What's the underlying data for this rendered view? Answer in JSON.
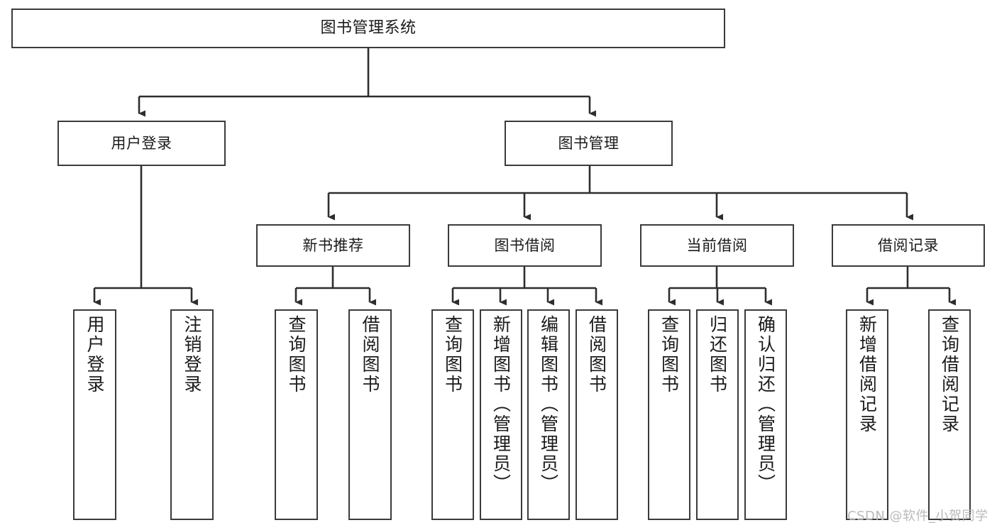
{
  "diagram": {
    "title": "图书管理系统",
    "type": "hierarchy-tree",
    "colors": {
      "box_border": "#3b3b3b",
      "box_fill": "#ffffff",
      "connector": "#2e2e2e",
      "text": "#1b1b1b",
      "watermark": "#b9b9b9"
    },
    "root": {
      "label": "图书管理系统"
    },
    "level2": [
      {
        "label": "用户登录"
      },
      {
        "label": "图书管理"
      }
    ],
    "level3": [
      {
        "label": "新书推荐"
      },
      {
        "label": "图书借阅"
      },
      {
        "label": "当前借阅"
      },
      {
        "label": "借阅记录"
      }
    ],
    "leaves_user_login": [
      {
        "label": "用户登录"
      },
      {
        "label": "注销登录"
      }
    ],
    "leaves_new_book": [
      {
        "label": "查询图书"
      },
      {
        "label": "借阅图书"
      }
    ],
    "leaves_borrow": [
      {
        "label": "查询图书"
      },
      {
        "label": "新增图书（管理员）"
      },
      {
        "label": "编辑图书（管理员）"
      },
      {
        "label": "借阅图书"
      }
    ],
    "leaves_current": [
      {
        "label": "查询图书"
      },
      {
        "label": "归还图书"
      },
      {
        "label": "确认归还（管理员）"
      }
    ],
    "leaves_records": [
      {
        "label": "新增借阅记录"
      },
      {
        "label": "查询借阅记录"
      }
    ]
  },
  "watermark": {
    "text": "CSDN @软件_小贺同学"
  }
}
